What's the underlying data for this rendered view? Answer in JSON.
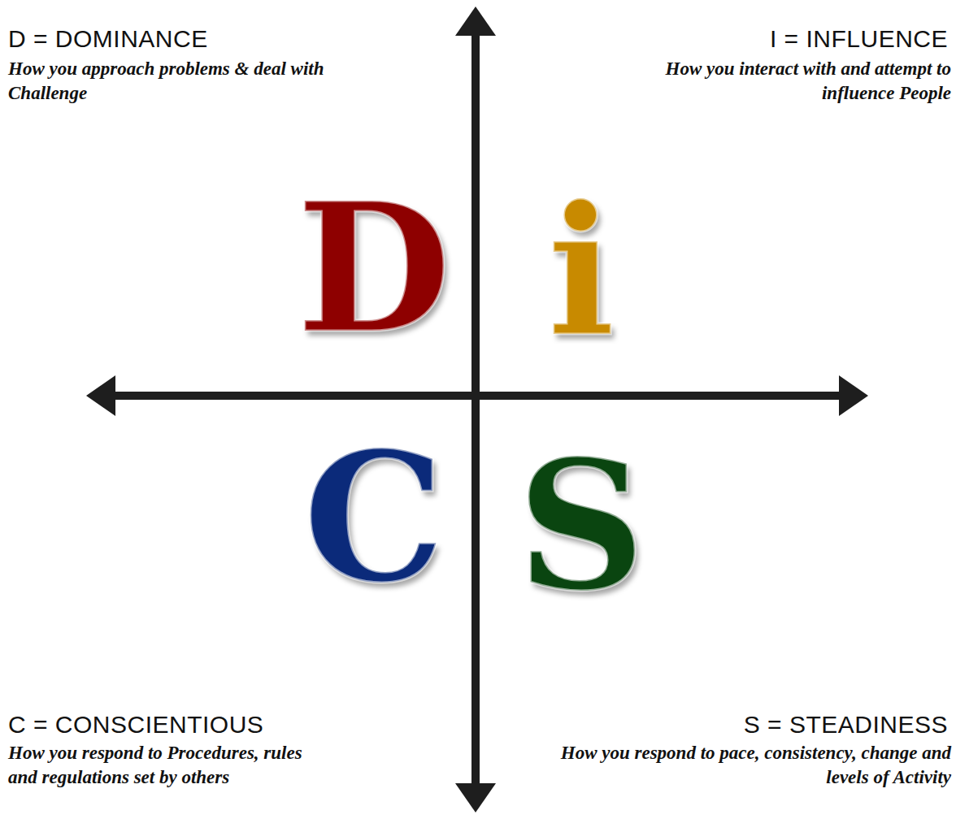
{
  "diagram": {
    "nodes": [
      {
        "text": [
          "D"
        ]
      },
      {
        "text": [
          "i"
        ]
      },
      {
        "text": [
          "C"
        ]
      },
      {
        "text": [
          "S"
        ]
      }
    ],
    "labels": [
      "D = DOMINANCE",
      "How you approach problems & deal with Challenge",
      "I = INFLUENCE",
      "How you interact with and attempt to influence People",
      "C = CONSCIENTIOUS",
      "How you respond to Procedures, rules and regulations set by others",
      "S = STEADINESS",
      "How you respond to pace, consistency, change and levels of Activity"
    ]
  }
}
